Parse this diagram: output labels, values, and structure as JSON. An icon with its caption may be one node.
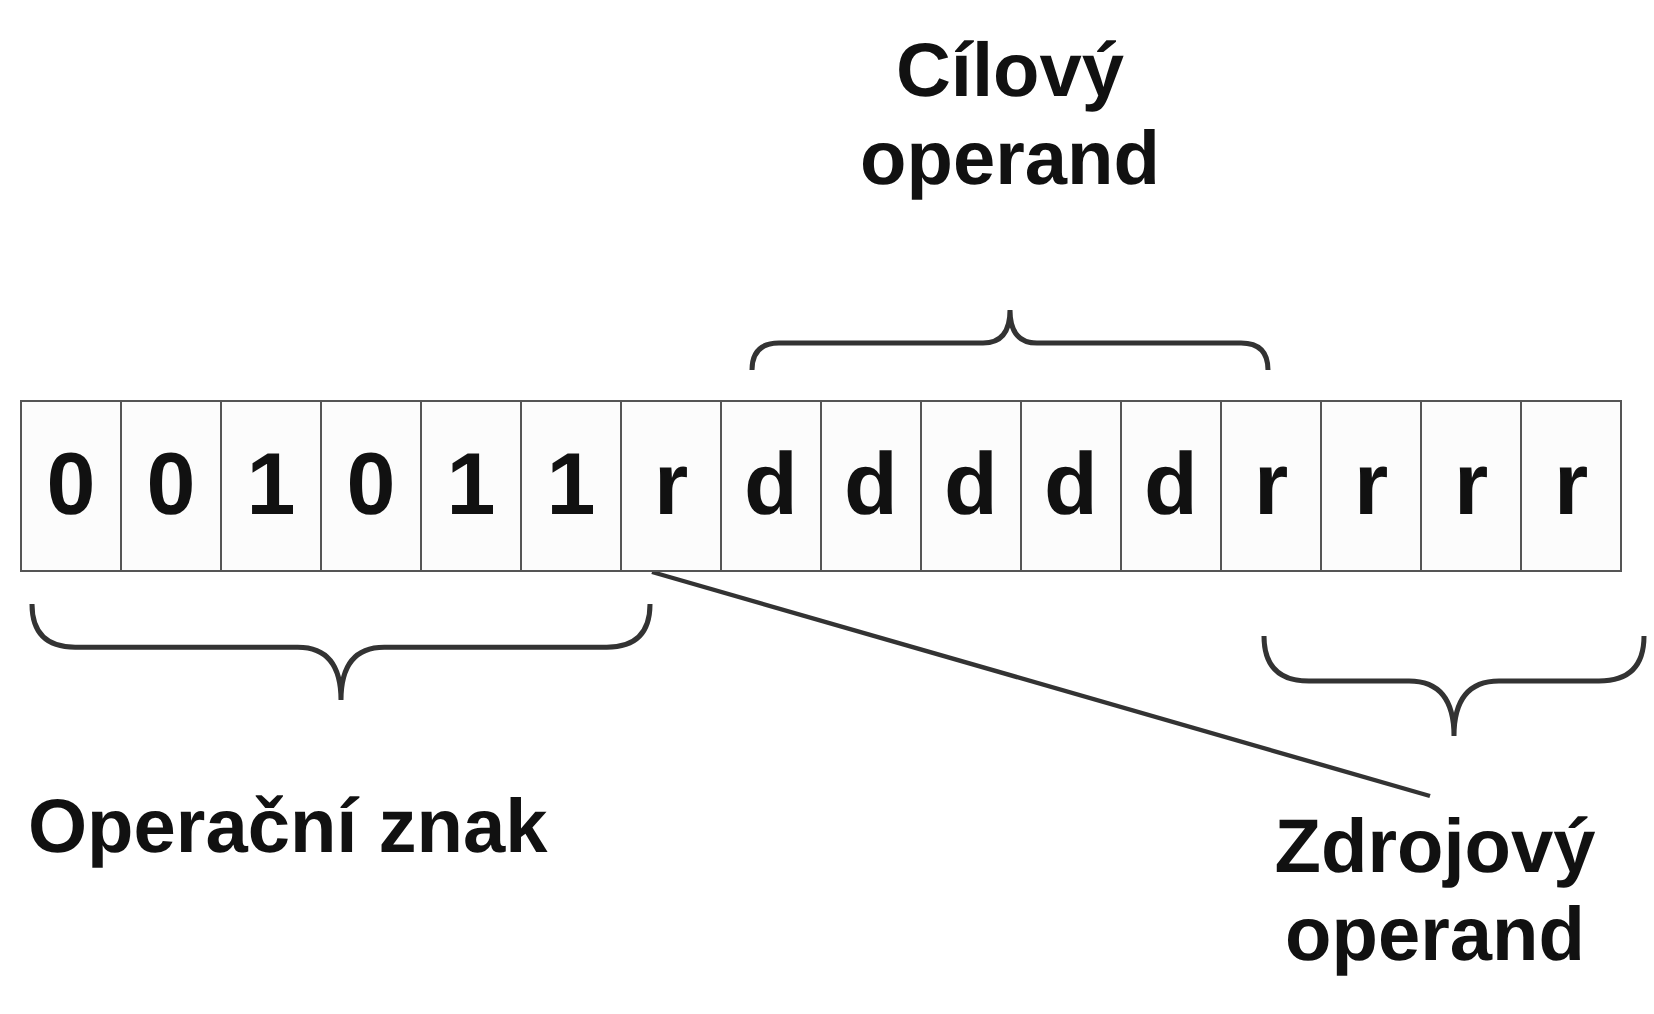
{
  "diagram": {
    "nodes": [
      {
        "text": [
          "0"
        ]
      },
      {
        "text": [
          "0"
        ]
      },
      {
        "text": [
          "1"
        ]
      },
      {
        "text": [
          "0"
        ]
      },
      {
        "text": [
          "1"
        ]
      },
      {
        "text": [
          "1"
        ]
      },
      {
        "text": [
          "r"
        ]
      },
      {
        "text": [
          "d"
        ]
      },
      {
        "text": [
          "d"
        ]
      },
      {
        "text": [
          "d"
        ]
      },
      {
        "text": [
          "d"
        ]
      },
      {
        "text": [
          "d"
        ]
      },
      {
        "text": [
          "r"
        ]
      },
      {
        "text": [
          "r"
        ]
      },
      {
        "text": [
          "r"
        ]
      },
      {
        "text": [
          "r"
        ]
      },
      {
        "text": [
          "Zdrojový operand"
        ]
      }
    ],
    "edges": [
      {
        "from": 6,
        "to": 16,
        "arrow": "none"
      }
    ],
    "labels": [
      "Cílový operand",
      "Operační znak"
    ]
  }
}
